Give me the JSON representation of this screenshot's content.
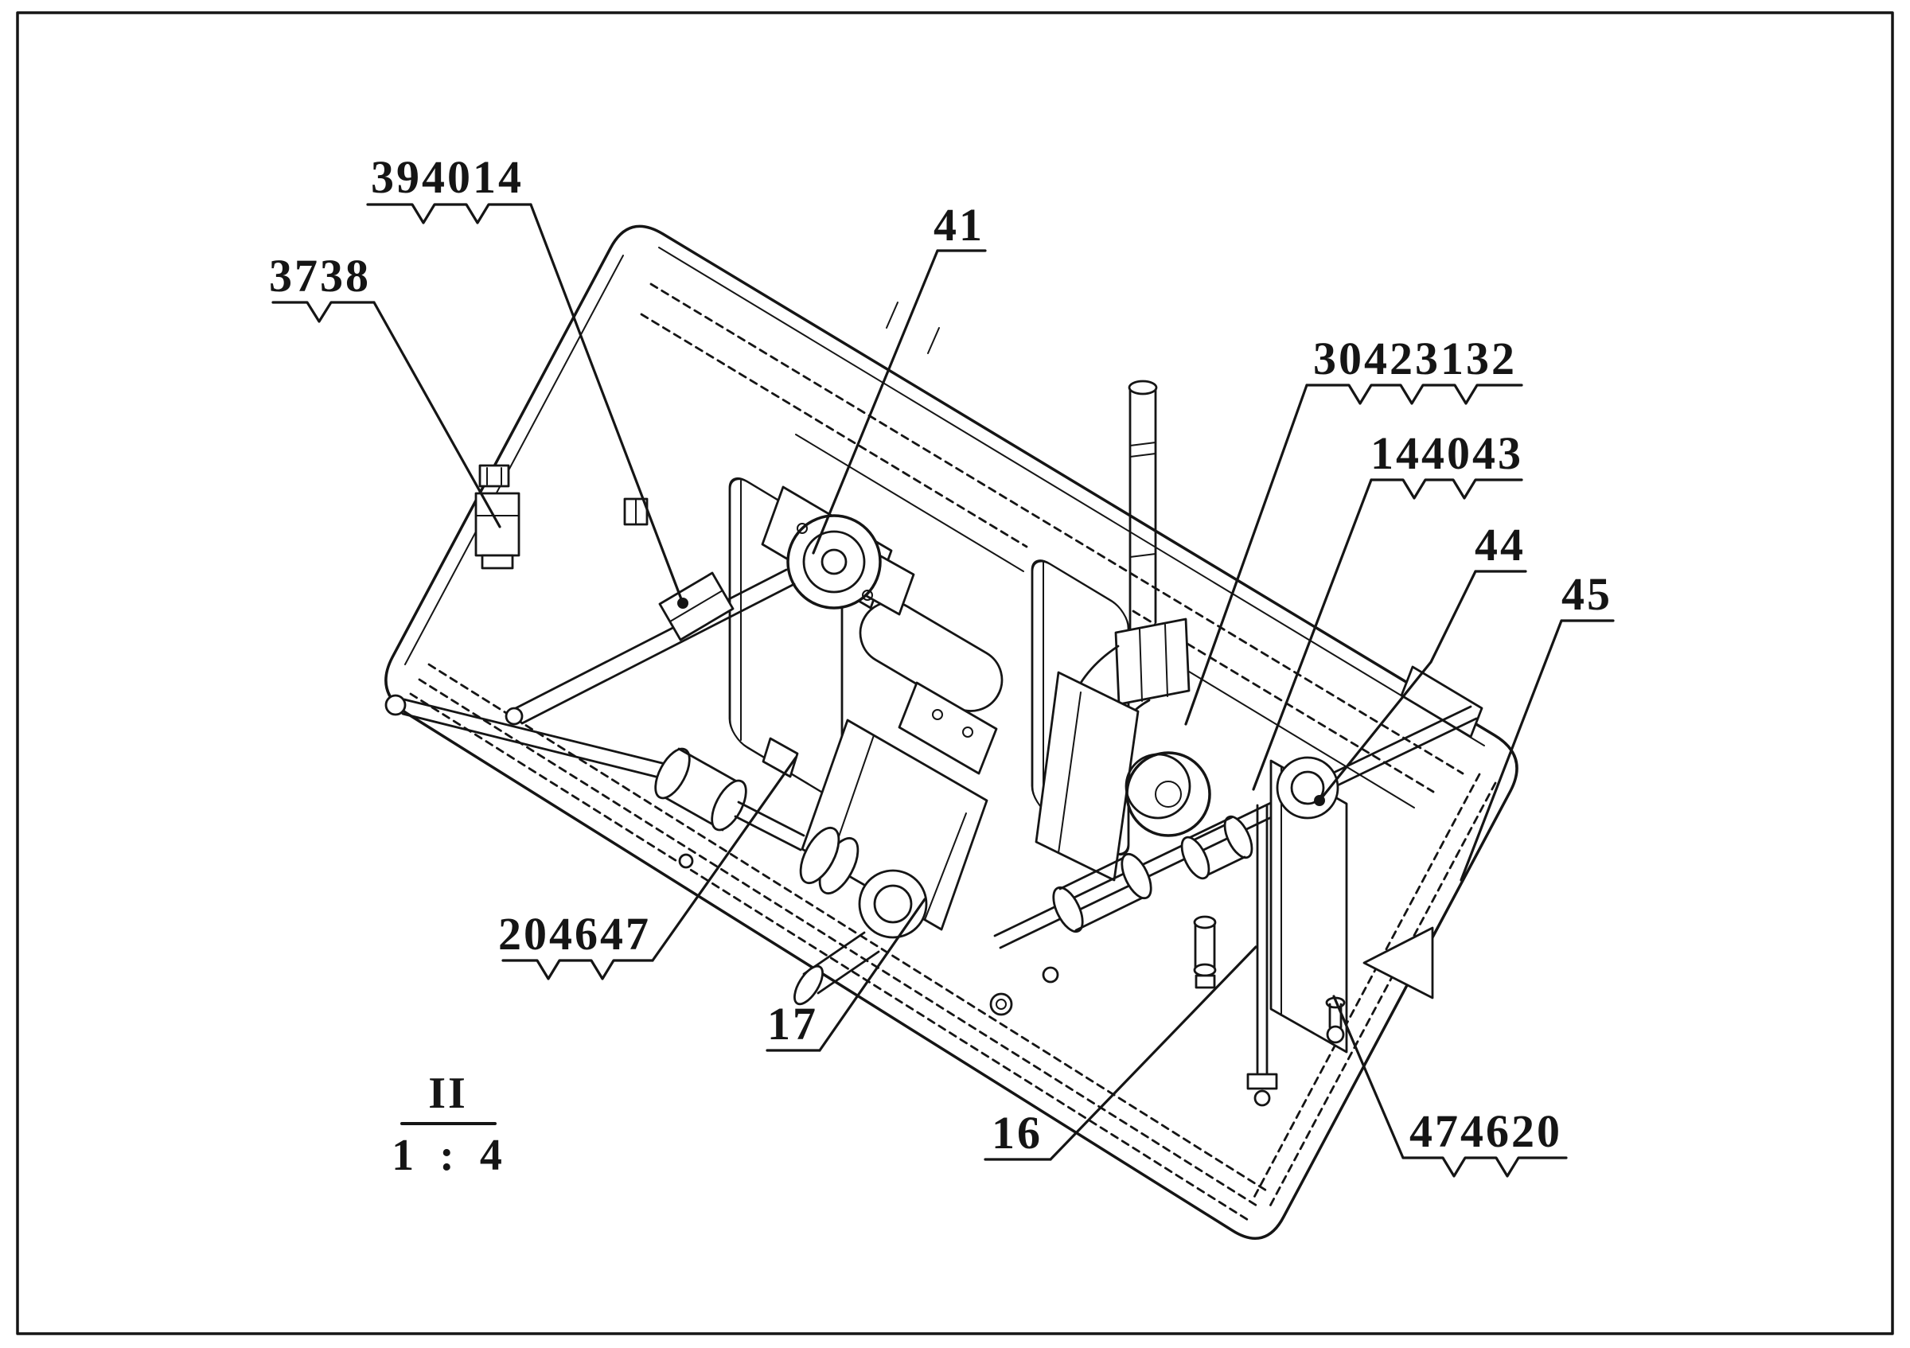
{
  "figure": {
    "background": "#ffffff",
    "line_color": "#151515",
    "description_kind": "isometric-assembly-line-drawing",
    "callouts": [
      {
        "id": "3738",
        "text": "3738"
      },
      {
        "id": "394014",
        "text": "394014"
      },
      {
        "id": "41",
        "text": "41"
      },
      {
        "id": "30423132",
        "text": "30423132"
      },
      {
        "id": "144043",
        "text": "144043"
      },
      {
        "id": "44",
        "text": "44"
      },
      {
        "id": "45",
        "text": "45"
      },
      {
        "id": "204647",
        "text": "204647"
      },
      {
        "id": "17",
        "text": "17"
      },
      {
        "id": "16",
        "text": "16"
      },
      {
        "id": "474620",
        "text": "474620"
      }
    ],
    "scale_note": {
      "view_label": "II",
      "ratio": "1 : 4"
    }
  }
}
